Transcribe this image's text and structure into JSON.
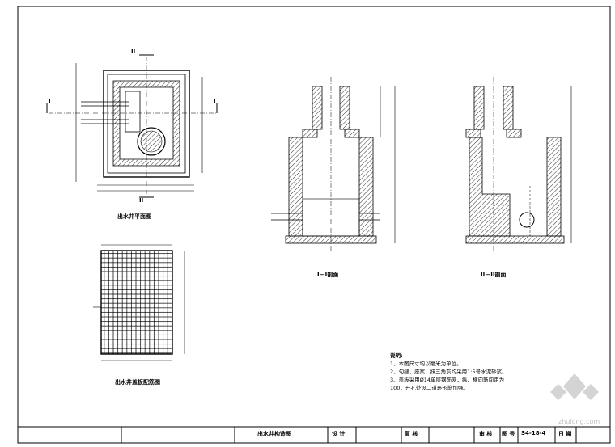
{
  "views": {
    "plan_title": "出水井平面图",
    "cover_title": "出水井盖板配筋图",
    "section1_title": "I－I剖面",
    "section2_title": "II－II剖面",
    "section_mark_1": "I",
    "section_mark_2": "II"
  },
  "notes": {
    "heading": "说明:",
    "lines": [
      "1、本图尺寸均以毫米为单位。",
      "2、勾缝、座浆、抹三角灰均采用1:5号水泥砂浆。",
      "3、盖板采用Ø14单层钢筋网，纵、横向筋间距为",
      "100，开孔处设二道环形筋加强。"
    ]
  },
  "title_block": {
    "drawing_name": "出水井构造图",
    "design": "设 计",
    "review": "复 核",
    "approve": "审 核",
    "drawing_no_label": "图 号",
    "drawing_no": "S4-18-4",
    "date_label": "日 期"
  },
  "watermark": "zhulong.com",
  "colors": {
    "line": "#000000",
    "hatch": "#000000",
    "paper": "#ffffff"
  }
}
